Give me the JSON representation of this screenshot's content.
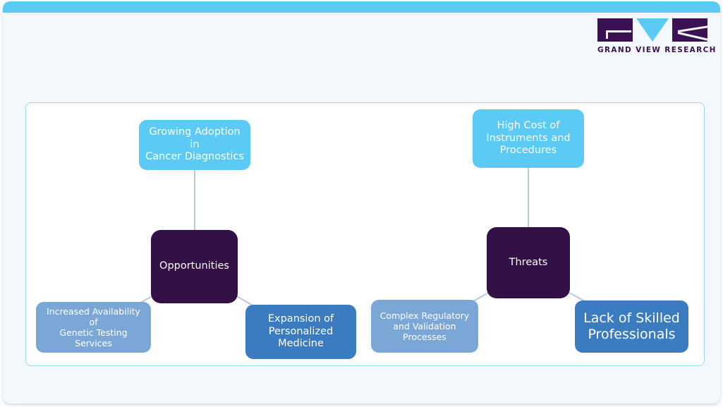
{
  "brand": {
    "name": "GRAND VIEW RESEARCH",
    "logo_marks": [
      "g-mark",
      "v-triangle-mark",
      "r-mark"
    ],
    "accent_color": "#5bcbf5",
    "dark_color": "#3b1151"
  },
  "colors": {
    "page_background": "#f2f8fb",
    "panel_background": "#ffffff",
    "panel_border": "#9fd9f0",
    "cyan_node": "#5bcbf5",
    "dark_node": "#331046",
    "blue_light_node": "#7ba7d7",
    "blue_deep_node": "#3b7cc0",
    "connector": "#b5cbd8"
  },
  "diagram": {
    "type": "mind-map",
    "branches": [
      {
        "id": "opportunities",
        "center_label": "Opportunities",
        "top_child": "Growing Adoption in Cancer Diagnostics",
        "left_child": "Increased Availability of Genetic Testing Services",
        "right_child": "Expansion of Personalized Medicine"
      },
      {
        "id": "threats",
        "center_label": "Threats",
        "top_child": "High Cost of Instruments and Procedures",
        "left_child": "Complex Regulatory and Validation Processes",
        "right_child": "Lack of Skilled Professionals"
      }
    ]
  },
  "nodes": {
    "growing_adoption": {
      "line1": "Growing Adoption in",
      "line2": "Cancer Diagnostics"
    },
    "high_cost": {
      "line1": "High Cost of",
      "line2": "Instruments and",
      "line3": "Procedures"
    },
    "opportunities": {
      "label": "Opportunities"
    },
    "threats": {
      "label": "Threats"
    },
    "increased_availability": {
      "line1": "Increased Availability of",
      "line2": "Genetic Testing",
      "line3": "Services"
    },
    "expansion_personalized": {
      "line1": "Expansion of",
      "line2": "Personalized",
      "line3": "Medicine"
    },
    "complex_regulatory": {
      "line1": "Complex Regulatory",
      "line2": "and Validation",
      "line3": "Processes"
    },
    "lack_skilled": {
      "line1": "Lack of Skilled",
      "line2": "Professionals"
    }
  }
}
